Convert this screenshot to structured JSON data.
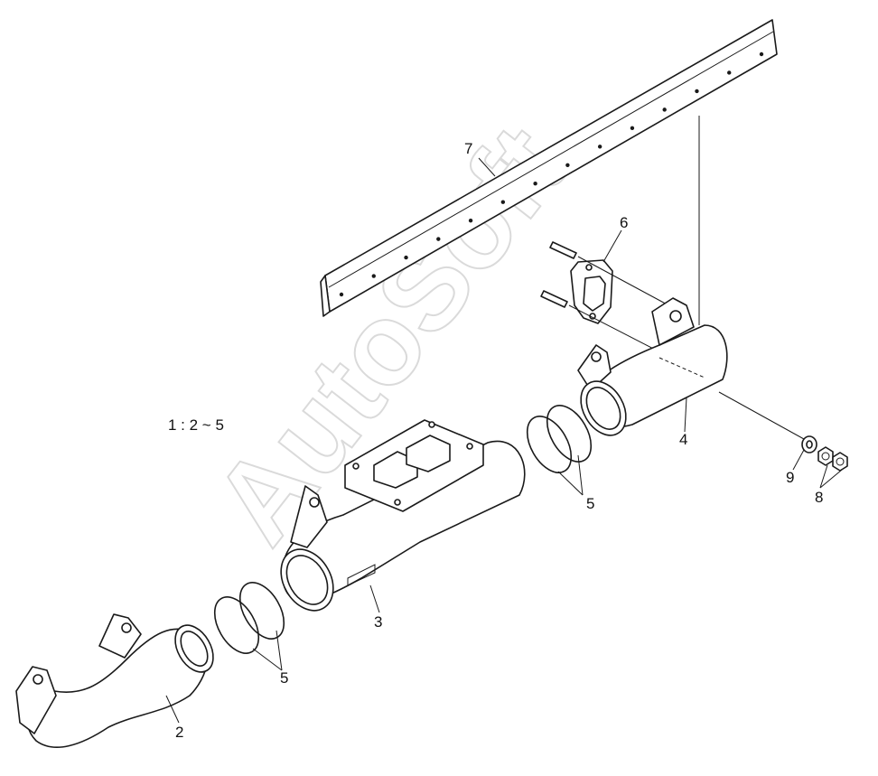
{
  "diagram": {
    "ratio_label": "1 : 2 ~ 5",
    "watermark": "AutoSoft",
    "callouts": [
      {
        "id": "c7",
        "text": "7"
      },
      {
        "id": "c6",
        "text": "6"
      },
      {
        "id": "c4",
        "text": "4"
      },
      {
        "id": "c9",
        "text": "9"
      },
      {
        "id": "c8",
        "text": "8"
      },
      {
        "id": "c5a",
        "text": "5"
      },
      {
        "id": "c3",
        "text": "3"
      },
      {
        "id": "c5b",
        "text": "5"
      },
      {
        "id": "c2",
        "text": "2"
      }
    ]
  }
}
